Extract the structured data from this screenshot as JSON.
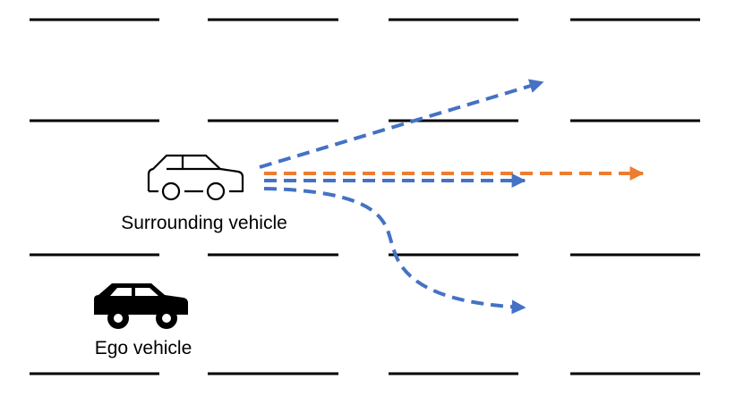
{
  "labels": {
    "surrounding": "Surrounding vehicle",
    "ego": "Ego vehicle"
  },
  "vehicles": {
    "surrounding": {
      "icon": "car-outline-icon",
      "style": "outline"
    },
    "ego": {
      "icon": "car-filled-icon",
      "style": "filled"
    }
  },
  "lanes": {
    "count": 3,
    "line_color": "#000000"
  },
  "trajectories": [
    {
      "name": "upward-lane-change",
      "color": "#4472C4"
    },
    {
      "name": "straight-highlighted",
      "color": "#ED7D31"
    },
    {
      "name": "straight",
      "color": "#4472C4"
    },
    {
      "name": "downward-lane-change",
      "color": "#4472C4"
    }
  ]
}
